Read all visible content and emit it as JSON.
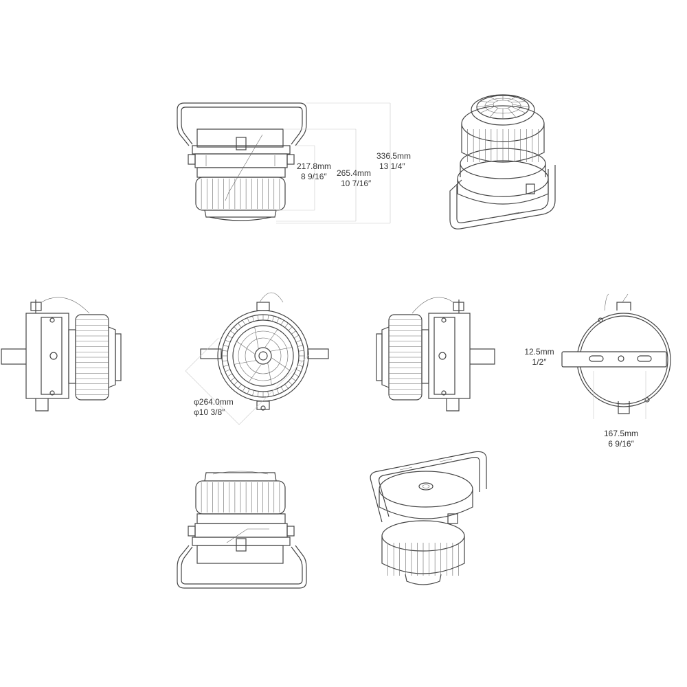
{
  "colors": {
    "line": "#444444",
    "guide": "#c9c9c9",
    "text": "#333333",
    "background": "#ffffff"
  },
  "dimensions": {
    "height_housing": {
      "mm": "217.8mm",
      "inch": "8 9/16″"
    },
    "height_with_lens": {
      "mm": "265.4mm",
      "inch": "10 7/16″"
    },
    "height_overall": {
      "mm": "336.5mm",
      "inch": "13 1/4″"
    },
    "diameter": {
      "mm": "φ264.0mm",
      "inch": "φ10 3/8″"
    },
    "bracket_thickness": {
      "mm": "12.5mm",
      "inch": "1/2″"
    },
    "bracket_hole_spacing": {
      "mm": "167.5mm",
      "inch": "6 9/16″"
    }
  },
  "views": [
    "top-view",
    "isometric-top-view",
    "left-side-view",
    "front-view",
    "right-side-view",
    "back-view",
    "bottom-view",
    "isometric-bottom-view"
  ]
}
